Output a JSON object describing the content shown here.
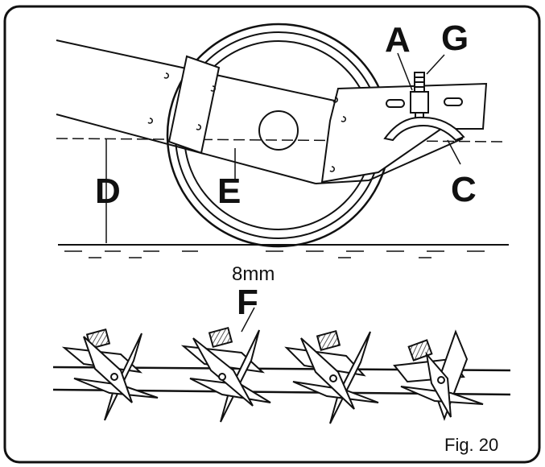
{
  "labels": {
    "a": "A",
    "g": "G",
    "c": "C",
    "d": "D",
    "e": "E",
    "f": "F",
    "gap": "8mm",
    "figure": "Fig. 20"
  },
  "colors": {
    "ink": "#111111",
    "paper": "#ffffff",
    "hatch": "#555555"
  }
}
